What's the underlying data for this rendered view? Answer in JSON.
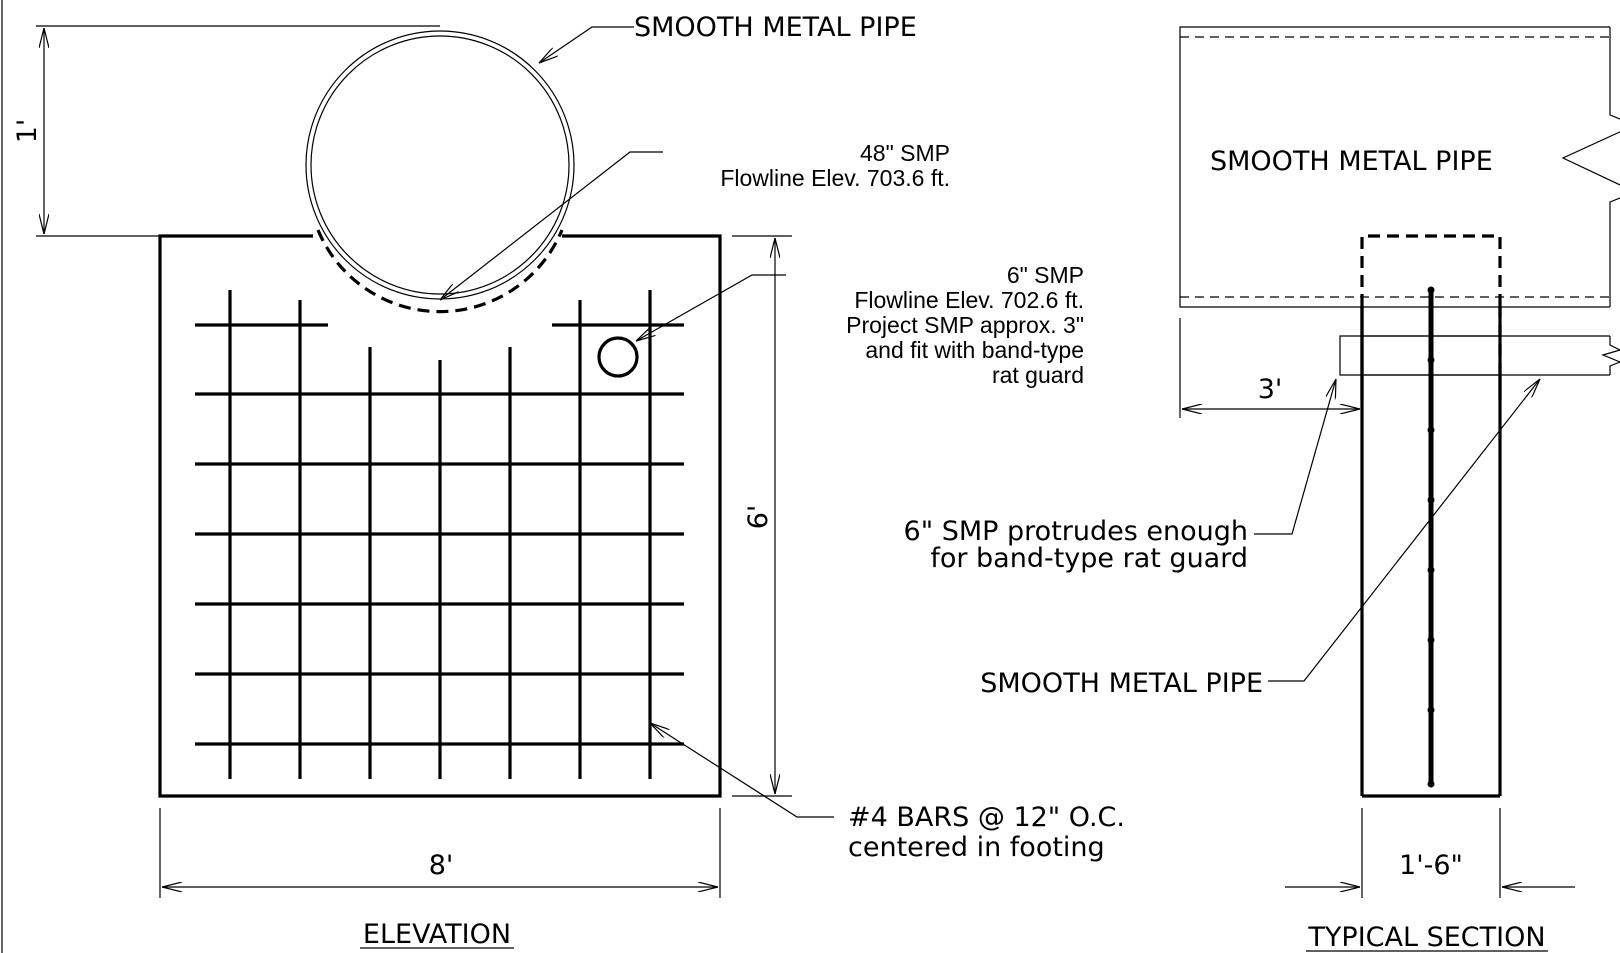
{
  "elevation": {
    "title": "ELEVATION",
    "pipe_label": "SMOOTH METAL PIPE",
    "pipe48_note": [
      "48\" SMP",
      "Flowline Elev. 703.6 ft."
    ],
    "pipe6_note": [
      "6\" SMP",
      "Flowline Elev. 702.6 ft.",
      "Project SMP approx. 3\"",
      "and fit with band-type",
      "rat guard"
    ],
    "bars_note": [
      "#4 BARS @ 12\" O.C.",
      "centered in footing"
    ],
    "dim_width": "8'",
    "dim_height": "6'",
    "dim_pipe_offset": "1'"
  },
  "section": {
    "title": "TYPICAL SECTION",
    "pipe_label": "SMOOTH METAL PIPE",
    "protrude_note": [
      "6\" SMP protrudes enough",
      "for band-type rat guard"
    ],
    "pipe_label_2": "SMOOTH METAL PIPE",
    "dim_offset": "3'",
    "dim_width": "1'-6\""
  }
}
